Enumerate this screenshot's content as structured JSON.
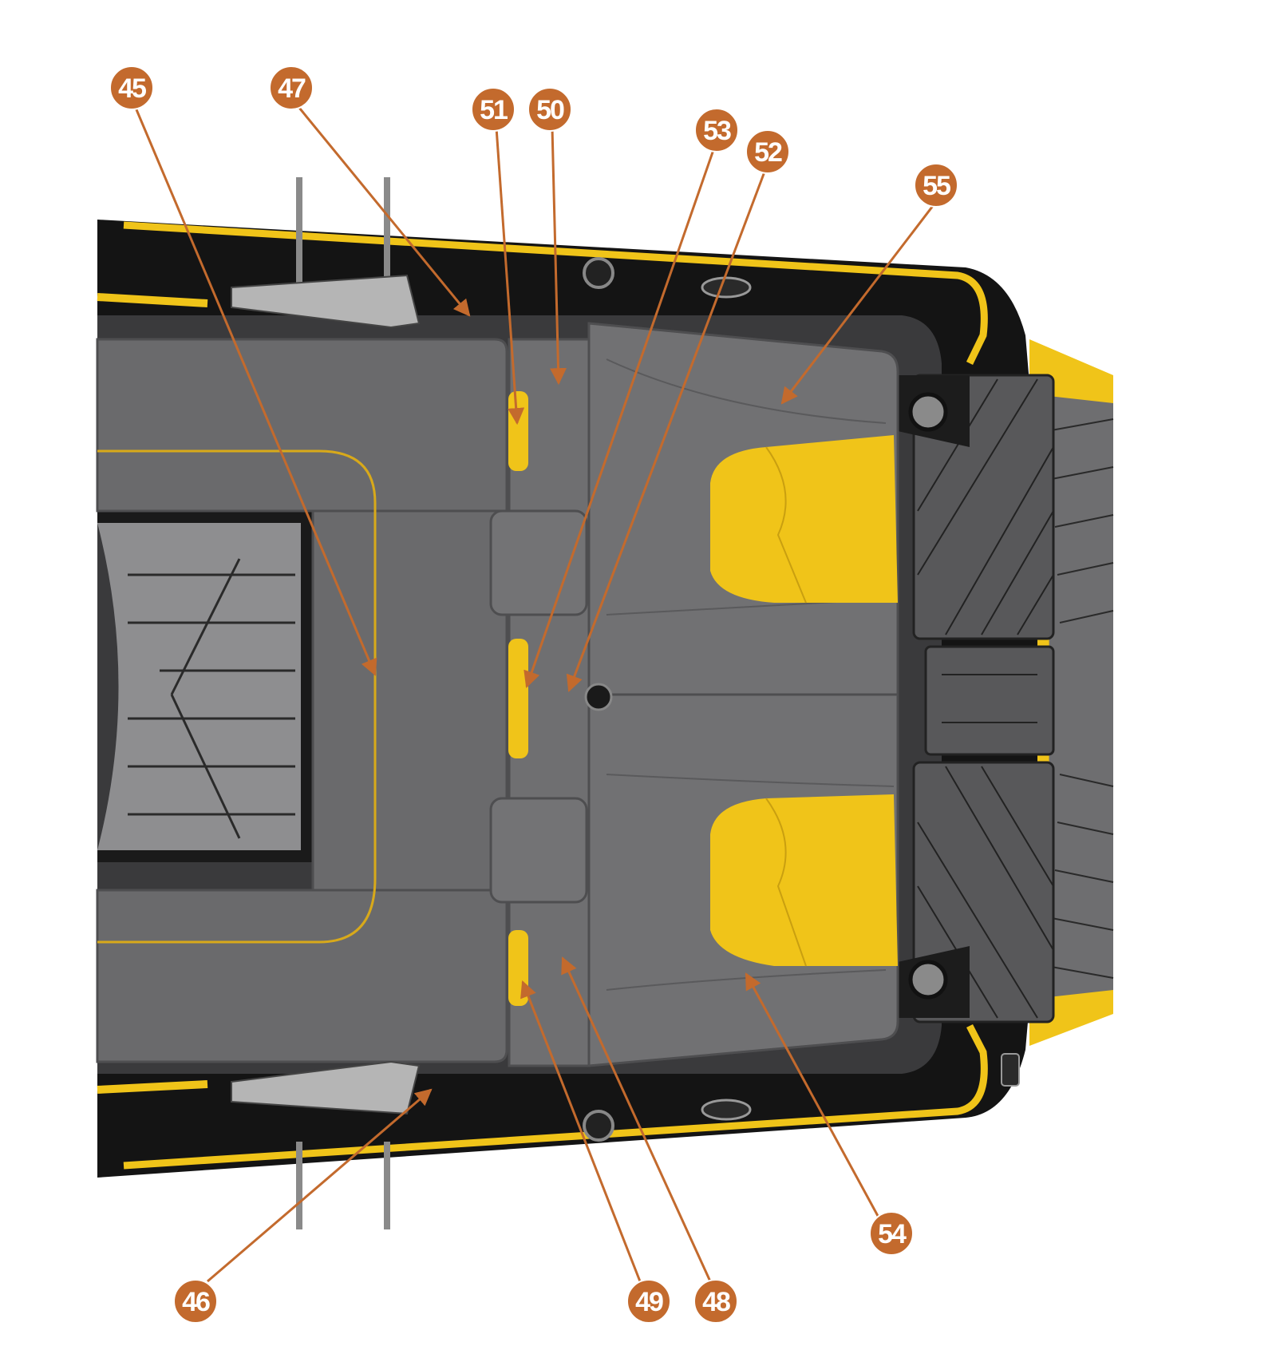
{
  "colors": {
    "callout": "#c36a2d",
    "accent_yellow": "#f0c419",
    "upholstery": "#6a6a6c",
    "hull": "#141414",
    "deck_mat": "#58585a"
  },
  "callouts": [
    {
      "id": "45",
      "label": "45"
    },
    {
      "id": "46",
      "label": "46"
    },
    {
      "id": "47",
      "label": "47"
    },
    {
      "id": "48",
      "label": "48"
    },
    {
      "id": "49",
      "label": "49"
    },
    {
      "id": "50",
      "label": "50"
    },
    {
      "id": "51",
      "label": "51"
    },
    {
      "id": "52",
      "label": "52"
    },
    {
      "id": "53",
      "label": "53"
    },
    {
      "id": "54",
      "label": "54"
    },
    {
      "id": "55",
      "label": "55"
    }
  ]
}
